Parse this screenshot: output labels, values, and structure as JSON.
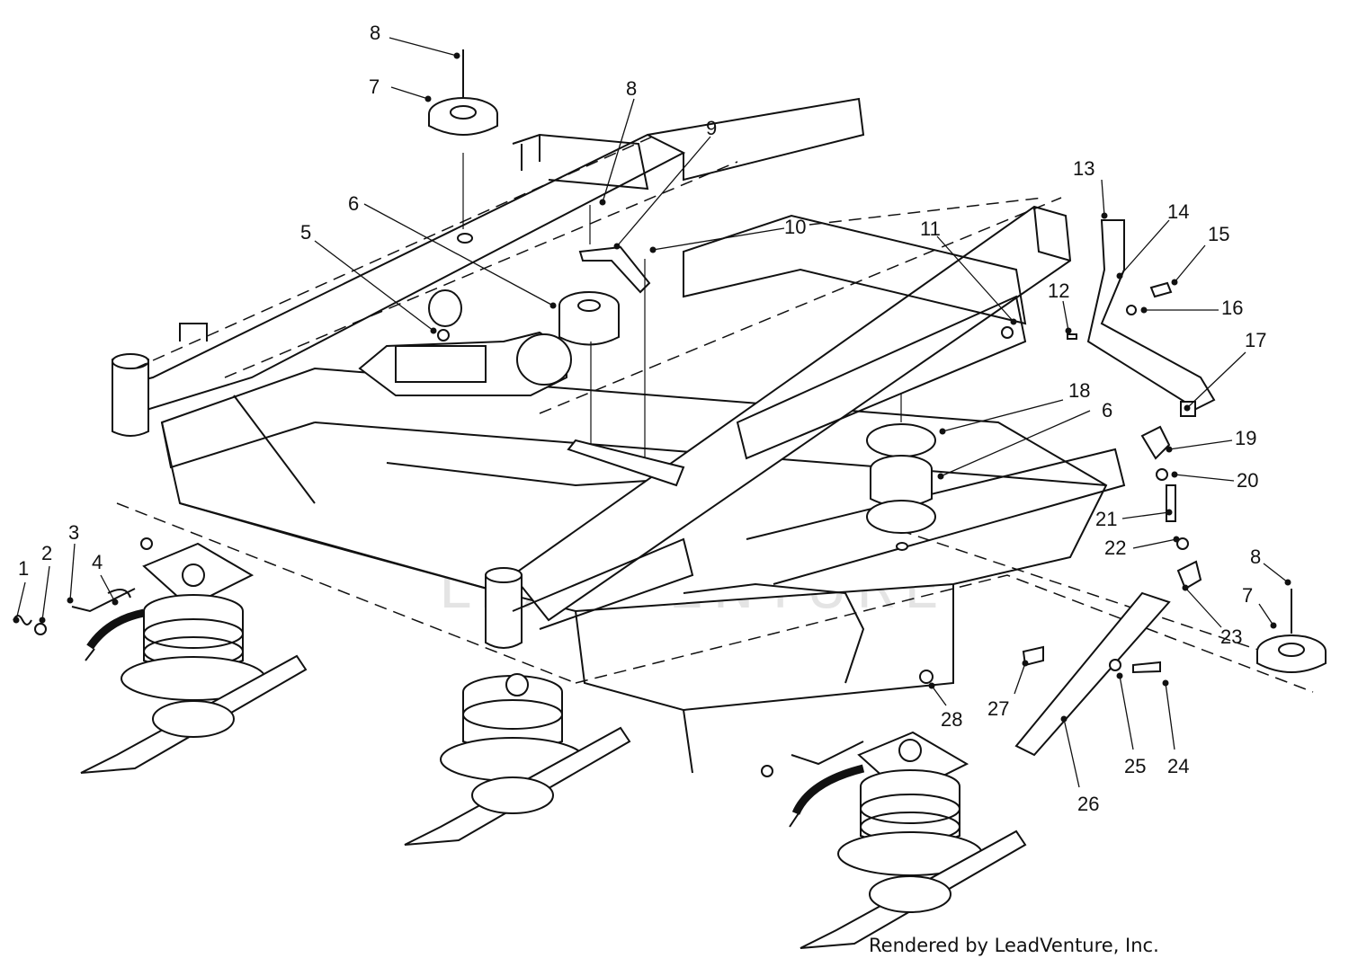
{
  "diagram": {
    "watermark": "LEADVENTURE",
    "credit": "Rendered by LeadVenture, Inc.",
    "callouts": [
      {
        "id": "c1",
        "label": "1"
      },
      {
        "id": "c2",
        "label": "2"
      },
      {
        "id": "c3",
        "label": "3"
      },
      {
        "id": "c4",
        "label": "4"
      },
      {
        "id": "c5",
        "label": "5"
      },
      {
        "id": "c6a",
        "label": "6"
      },
      {
        "id": "c6b",
        "label": "6"
      },
      {
        "id": "c7a",
        "label": "7"
      },
      {
        "id": "c7b",
        "label": "7"
      },
      {
        "id": "c8a",
        "label": "8"
      },
      {
        "id": "c8b",
        "label": "8"
      },
      {
        "id": "c8c",
        "label": "8"
      },
      {
        "id": "c9",
        "label": "9"
      },
      {
        "id": "c10",
        "label": "10"
      },
      {
        "id": "c11",
        "label": "11"
      },
      {
        "id": "c12",
        "label": "12"
      },
      {
        "id": "c13",
        "label": "13"
      },
      {
        "id": "c14",
        "label": "14"
      },
      {
        "id": "c15",
        "label": "15"
      },
      {
        "id": "c16",
        "label": "16"
      },
      {
        "id": "c17",
        "label": "17"
      },
      {
        "id": "c18",
        "label": "18"
      },
      {
        "id": "c19",
        "label": "19"
      },
      {
        "id": "c20",
        "label": "20"
      },
      {
        "id": "c21",
        "label": "21"
      },
      {
        "id": "c22",
        "label": "22"
      },
      {
        "id": "c23",
        "label": "23"
      },
      {
        "id": "c24",
        "label": "24"
      },
      {
        "id": "c25",
        "label": "25"
      },
      {
        "id": "c26",
        "label": "26"
      },
      {
        "id": "c27",
        "label": "27"
      },
      {
        "id": "c28",
        "label": "28"
      }
    ]
  }
}
